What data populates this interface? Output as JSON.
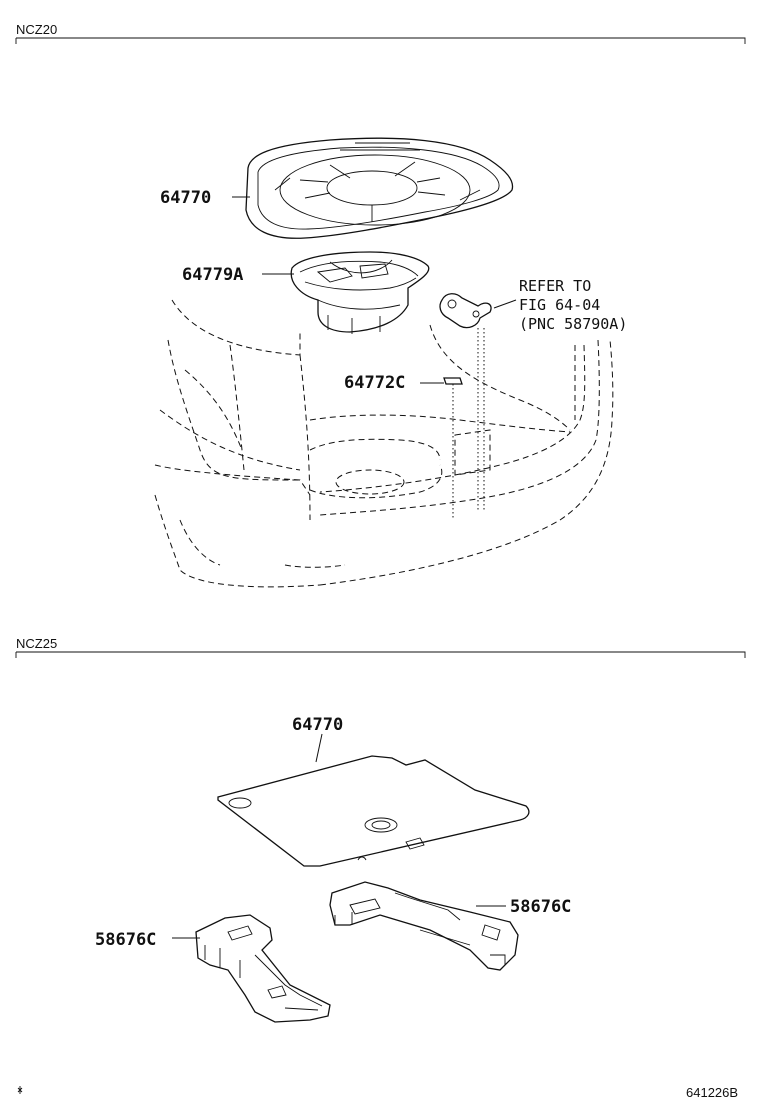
{
  "sections": [
    {
      "variant": "NCZ20",
      "parts": {
        "deck_board": "64770",
        "tool_box": "64779A",
        "hook": "64772C"
      },
      "reference": {
        "line1": "REFER TO",
        "line2": "FIG 64-04",
        "line3": "(PNC 58790A)"
      }
    },
    {
      "variant": "NCZ25",
      "parts": {
        "deck_board": "64770",
        "support_right": "58676C",
        "support_left": "58676C"
      }
    }
  ],
  "footer": {
    "figure_code": "641226B"
  }
}
